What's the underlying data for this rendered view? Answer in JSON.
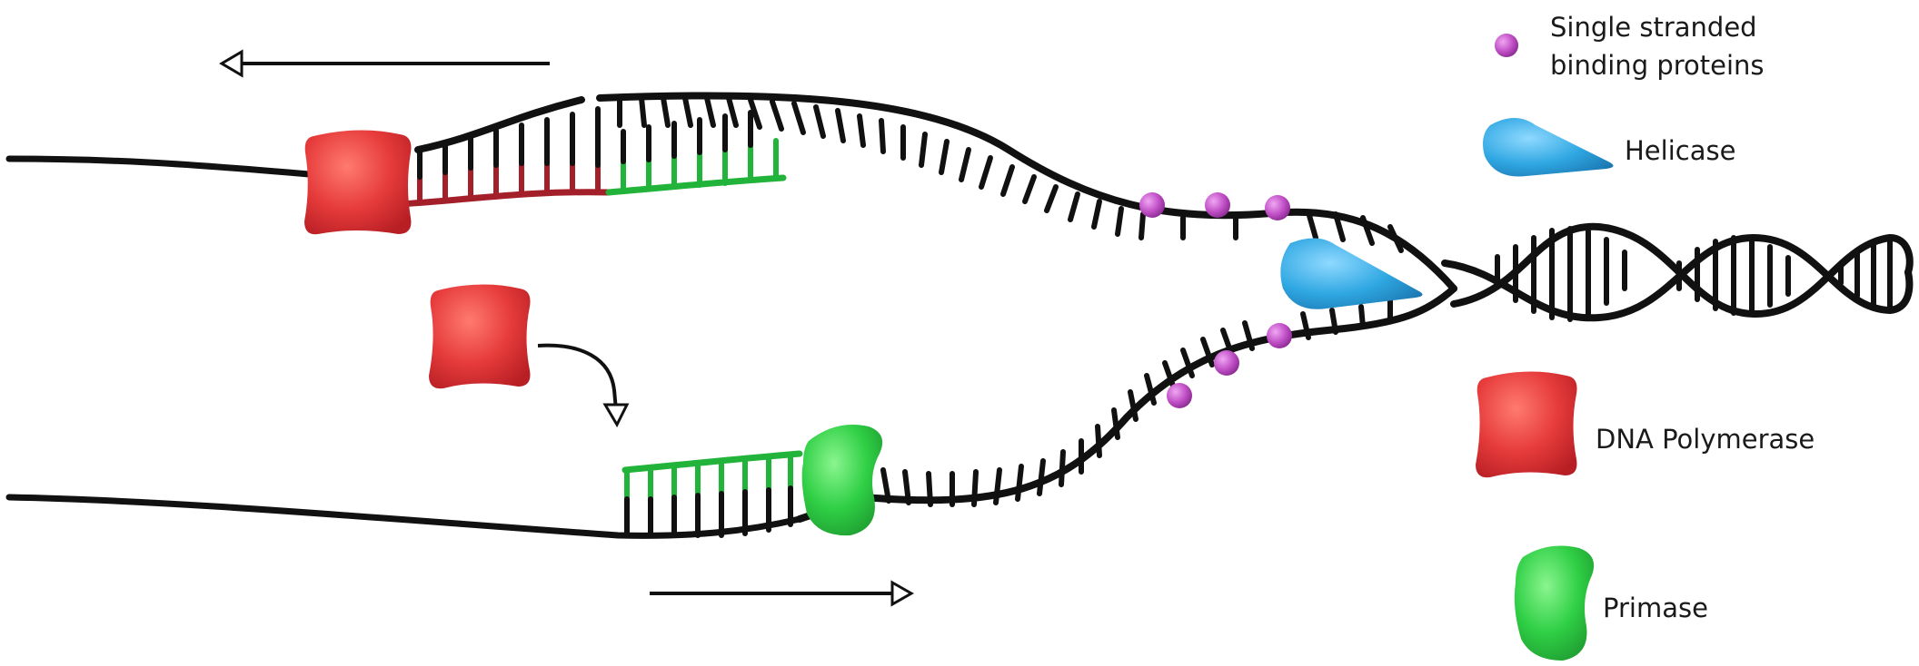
{
  "legend": {
    "ssb": {
      "label_line1": "Single stranded",
      "label_line2": "binding proteins",
      "color": "#c04fc6"
    },
    "helicase": {
      "label": "Helicase",
      "color": "#2fa7e2"
    },
    "polymerase": {
      "label": "DNA Polymerase",
      "color": "#e63b3b"
    },
    "primase": {
      "label": "Primase",
      "color": "#2fcf45"
    }
  },
  "colors": {
    "strand": "#111111",
    "rna_primer": "#22b33a",
    "new_dna": "#a3202a"
  },
  "icons": [
    "left-arrow-icon",
    "right-arrow-icon",
    "curved-arrow-icon"
  ]
}
